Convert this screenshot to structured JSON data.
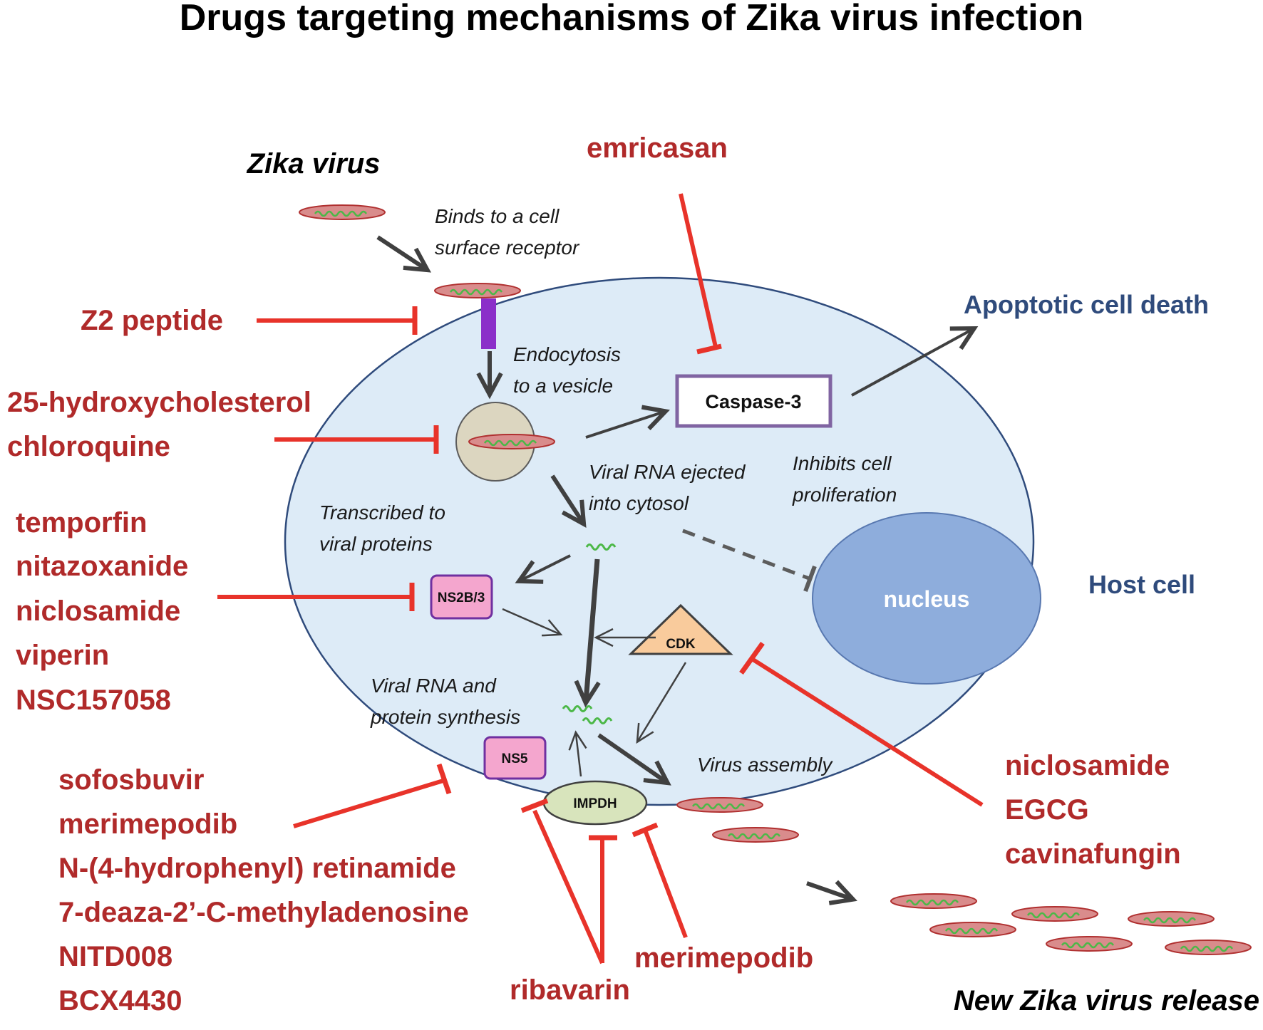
{
  "title": "Drugs targeting mechanisms of Zika virus infection",
  "colors": {
    "drug_red": "#B02A2A",
    "inhibitor_red": "#E8332A",
    "label_blue": "#2F4B7C",
    "cell_fill": "#DDEBF7",
    "cell_stroke": "#2F4B7C",
    "nucleus_fill": "#8EADDC",
    "virion_fill": "#D98C8C",
    "virion_stroke": "#B03030",
    "rna_green": "#4CB848",
    "receptor_purple": "#8B2FC9",
    "vesicle_fill": "#DCD6C0",
    "caspase_border": "#8064A2",
    "pink_box": "#F4A6CE",
    "pink_border": "#7030A0",
    "cdk_fill": "#F9CB9C",
    "impdh_fill": "#D8E4BC",
    "arrow_dark": "#404040"
  },
  "labels": {
    "zika_virus": "Zika virus",
    "apoptotic": "Apoptotic cell death",
    "host_cell": "Host cell",
    "new_release": "New Zika virus release"
  },
  "notes": {
    "binds": [
      "Binds to a cell",
      "surface receptor"
    ],
    "endocytosis": [
      "Endocytosis",
      "to a vesicle"
    ],
    "ejected": [
      "Viral RNA ejected",
      "into cytosol"
    ],
    "inhibits": [
      "Inhibits cell",
      "proliferation"
    ],
    "transcribed": [
      "Transcribed to",
      "viral proteins"
    ],
    "synthesis": [
      "Viral RNA and",
      "protein synthesis"
    ],
    "assembly": "Virus assembly"
  },
  "components": {
    "caspase": "Caspase-3",
    "nucleus": "nucleus",
    "ns2b3": "NS2B/3",
    "ns5": "NS5",
    "cdk": "CDK",
    "impdh": "IMPDH"
  },
  "drugs": {
    "emricasan": "emricasan",
    "z2": "Z2 peptide",
    "cholesterol_group": [
      "25-hydroxycholesterol",
      "chloroquine"
    ],
    "protease_group": [
      "temporfin",
      "nitazoxanide",
      "niclosamide",
      "viperin",
      "NSC157058"
    ],
    "polymerase_group": [
      "sofosbuvir",
      "merimepodib",
      "N-(4-hydrophenyl) retinamide",
      "7-deaza-2’-C-methyladenosine",
      "NITD008",
      "BCX4430"
    ],
    "cdk_group": [
      "niclosamide",
      "EGCG",
      "cavinafungin"
    ],
    "merimepodib": "merimepodib",
    "ribavarin": "ribavarin"
  }
}
